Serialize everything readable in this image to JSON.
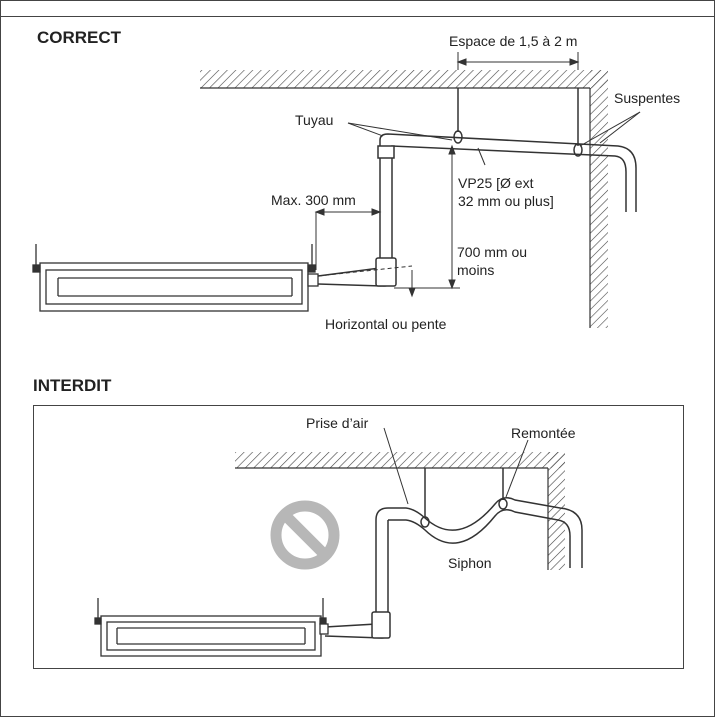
{
  "correct": {
    "heading": "CORRECT",
    "labels": {
      "spacing": "Espace de 1,5 à 2 m",
      "hangers": "Suspentes",
      "pipe": "Tuyau",
      "max_rise": "Max. 300 mm",
      "pipe_spec_line1": "VP25 [Ø ext",
      "pipe_spec_line2": "32 mm ou plus]",
      "height_line1": "700 mm ou",
      "height_line2": "moins",
      "slope": "Horizontal ou pente"
    }
  },
  "forbidden": {
    "heading": "INTERDIT",
    "labels": {
      "air_intake": "Prise d’air",
      "rise": "Remontée",
      "trap": "Siphon"
    },
    "icons": [
      "prohibited-icon"
    ]
  }
}
